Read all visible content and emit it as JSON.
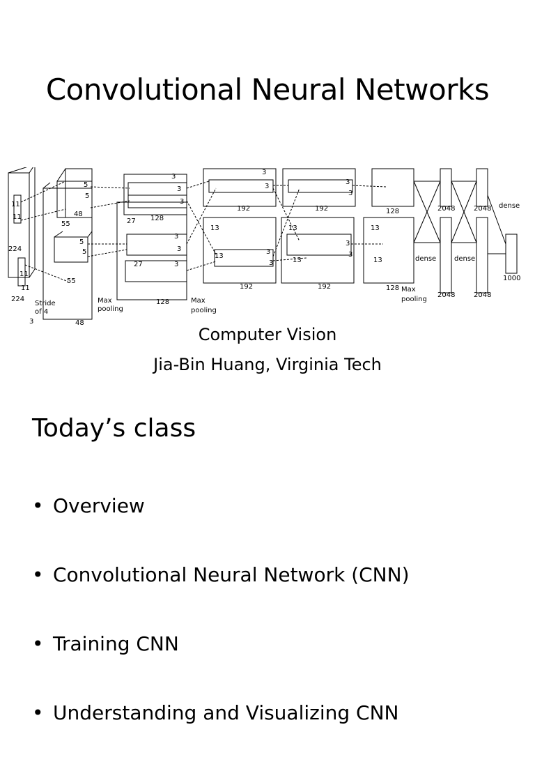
{
  "slide1": {
    "title": "Convolutional Neural Networks",
    "subtitle_line1": "Computer Vision",
    "subtitle_line2": "Jia-Bin Huang, Virginia Tech",
    "diagram_labels": {
      "n224a": "224",
      "n224b": "224",
      "n3": "3",
      "n11a": "11",
      "n11b": "11",
      "n11c": "11",
      "n11d": "11",
      "stride": "Stride",
      "of4": "of 4",
      "n55a": "55",
      "n55b": "55",
      "n5a": "5",
      "n5b": "5",
      "n5c": "5",
      "n5d": "5",
      "n48a": "48",
      "n48b": "48",
      "maxpool1a": "Max",
      "maxpool1b": "pooling",
      "n27a": "27",
      "n27b": "27",
      "n128a": "128",
      "n128b": "128",
      "n3a": "3",
      "n3b": "3",
      "n3c": "3",
      "n3d": "3",
      "n3e": "3",
      "n3f": "3",
      "maxpool2a": "Max",
      "maxpool2b": "pooling",
      "n13a": "13",
      "n13b": "13",
      "n13c": "13",
      "n13d": "13",
      "n13e": "13",
      "n13f": "13",
      "n192a": "192",
      "n192b": "192",
      "n192c": "192",
      "n192d": "192",
      "n3g": "3",
      "n3h": "3",
      "n3i": "3",
      "n3j": "3",
      "n3k": "3",
      "n3l": "3",
      "n3m": "3",
      "n3n": "3",
      "n128c": "128",
      "n128d": "128",
      "maxpool3a": "Max",
      "maxpool3b": "pooling",
      "dense1": "dense",
      "dense2": "dense",
      "dense3": "dense",
      "n2048a": "2048",
      "n2048b": "2048",
      "n2048c": "2048",
      "n2048d": "2048",
      "n1000": "1000"
    }
  },
  "slide2": {
    "title": "Today’s class",
    "bullet_char": "•",
    "bullets": [
      "Overview",
      "Convolutional Neural Network (CNN)",
      "Training CNN",
      "Understanding and Visualizing CNN"
    ]
  }
}
